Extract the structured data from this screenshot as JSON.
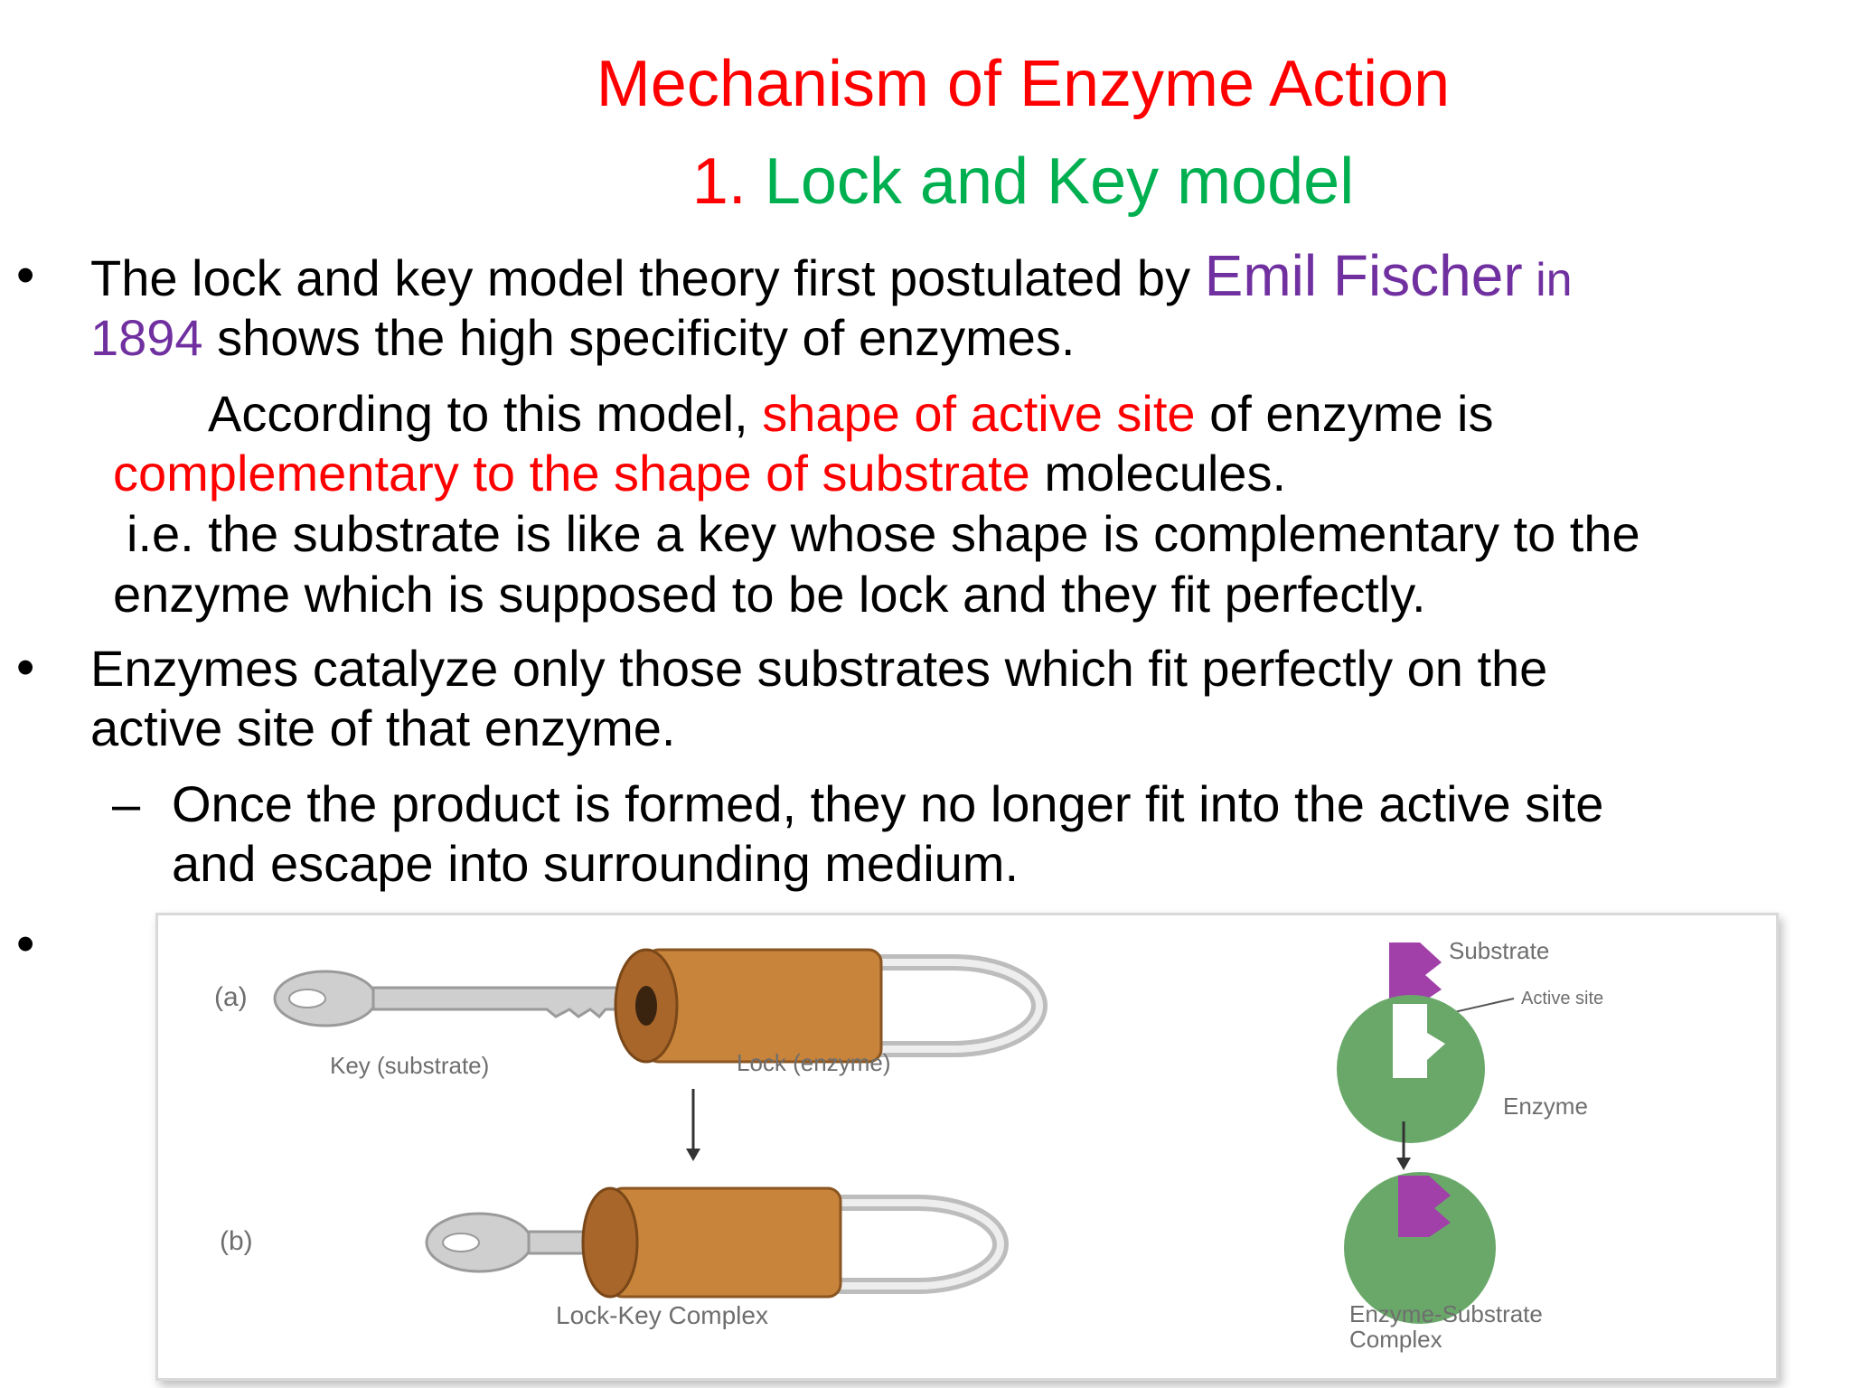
{
  "slide": {
    "title": "Mechanism of Enzyme Action",
    "subtitle": {
      "number": "1.",
      "text": "Lock and Key model"
    },
    "bullet1": {
      "line1_start": "The lock and key model theory first postulated by ",
      "name": "Emil Fischer",
      "in_word": " in",
      "year": "1894",
      "line2_rest": " shows the high specificity of enzymes."
    },
    "para2": {
      "start": "According to this model, ",
      "highlight1": "shape of active site",
      "mid": " of enzyme is",
      "highlight2": "complementary to the shape of substrate",
      "end": " molecules."
    },
    "para3": {
      "line1": "i.e. the substrate is like a key whose shape is complementary to the",
      "line2": "enzyme which is supposed to be lock and they fit perfectly."
    },
    "bullet2": {
      "line1": "Enzymes catalyze only those substrates which fit perfectly on the",
      "line2": "active site of that enzyme."
    },
    "sub_bullet": {
      "dash": "–",
      "line1": "Once the product is formed, they no longer fit into the active site",
      "line2": "and escape into surrounding medium."
    },
    "bullet_symbol": "•"
  },
  "figure": {
    "label_a": "(a)",
    "label_b": "(b)",
    "key_label": "Key (substrate)",
    "lock_label": "Lock (enzyme)",
    "complex_label": "Lock-Key Complex",
    "substrate_label": "Substrate",
    "active_site_label": "Active site",
    "enzyme_label": "Enzyme",
    "es_complex_label_1": "Enzyme-Substrate",
    "es_complex_label_2": "Complex"
  },
  "colors": {
    "title": "#ff0000",
    "subtitle_number": "#ff0000",
    "subtitle_text": "#00b050",
    "highlight_red": "#ff0000",
    "highlight_purple": "#7030a0",
    "lock_body": "#c8843a",
    "key_gray": "#cfcfcf",
    "enzyme_green": "#6aa86a",
    "substrate_purple": "#a040a8"
  }
}
